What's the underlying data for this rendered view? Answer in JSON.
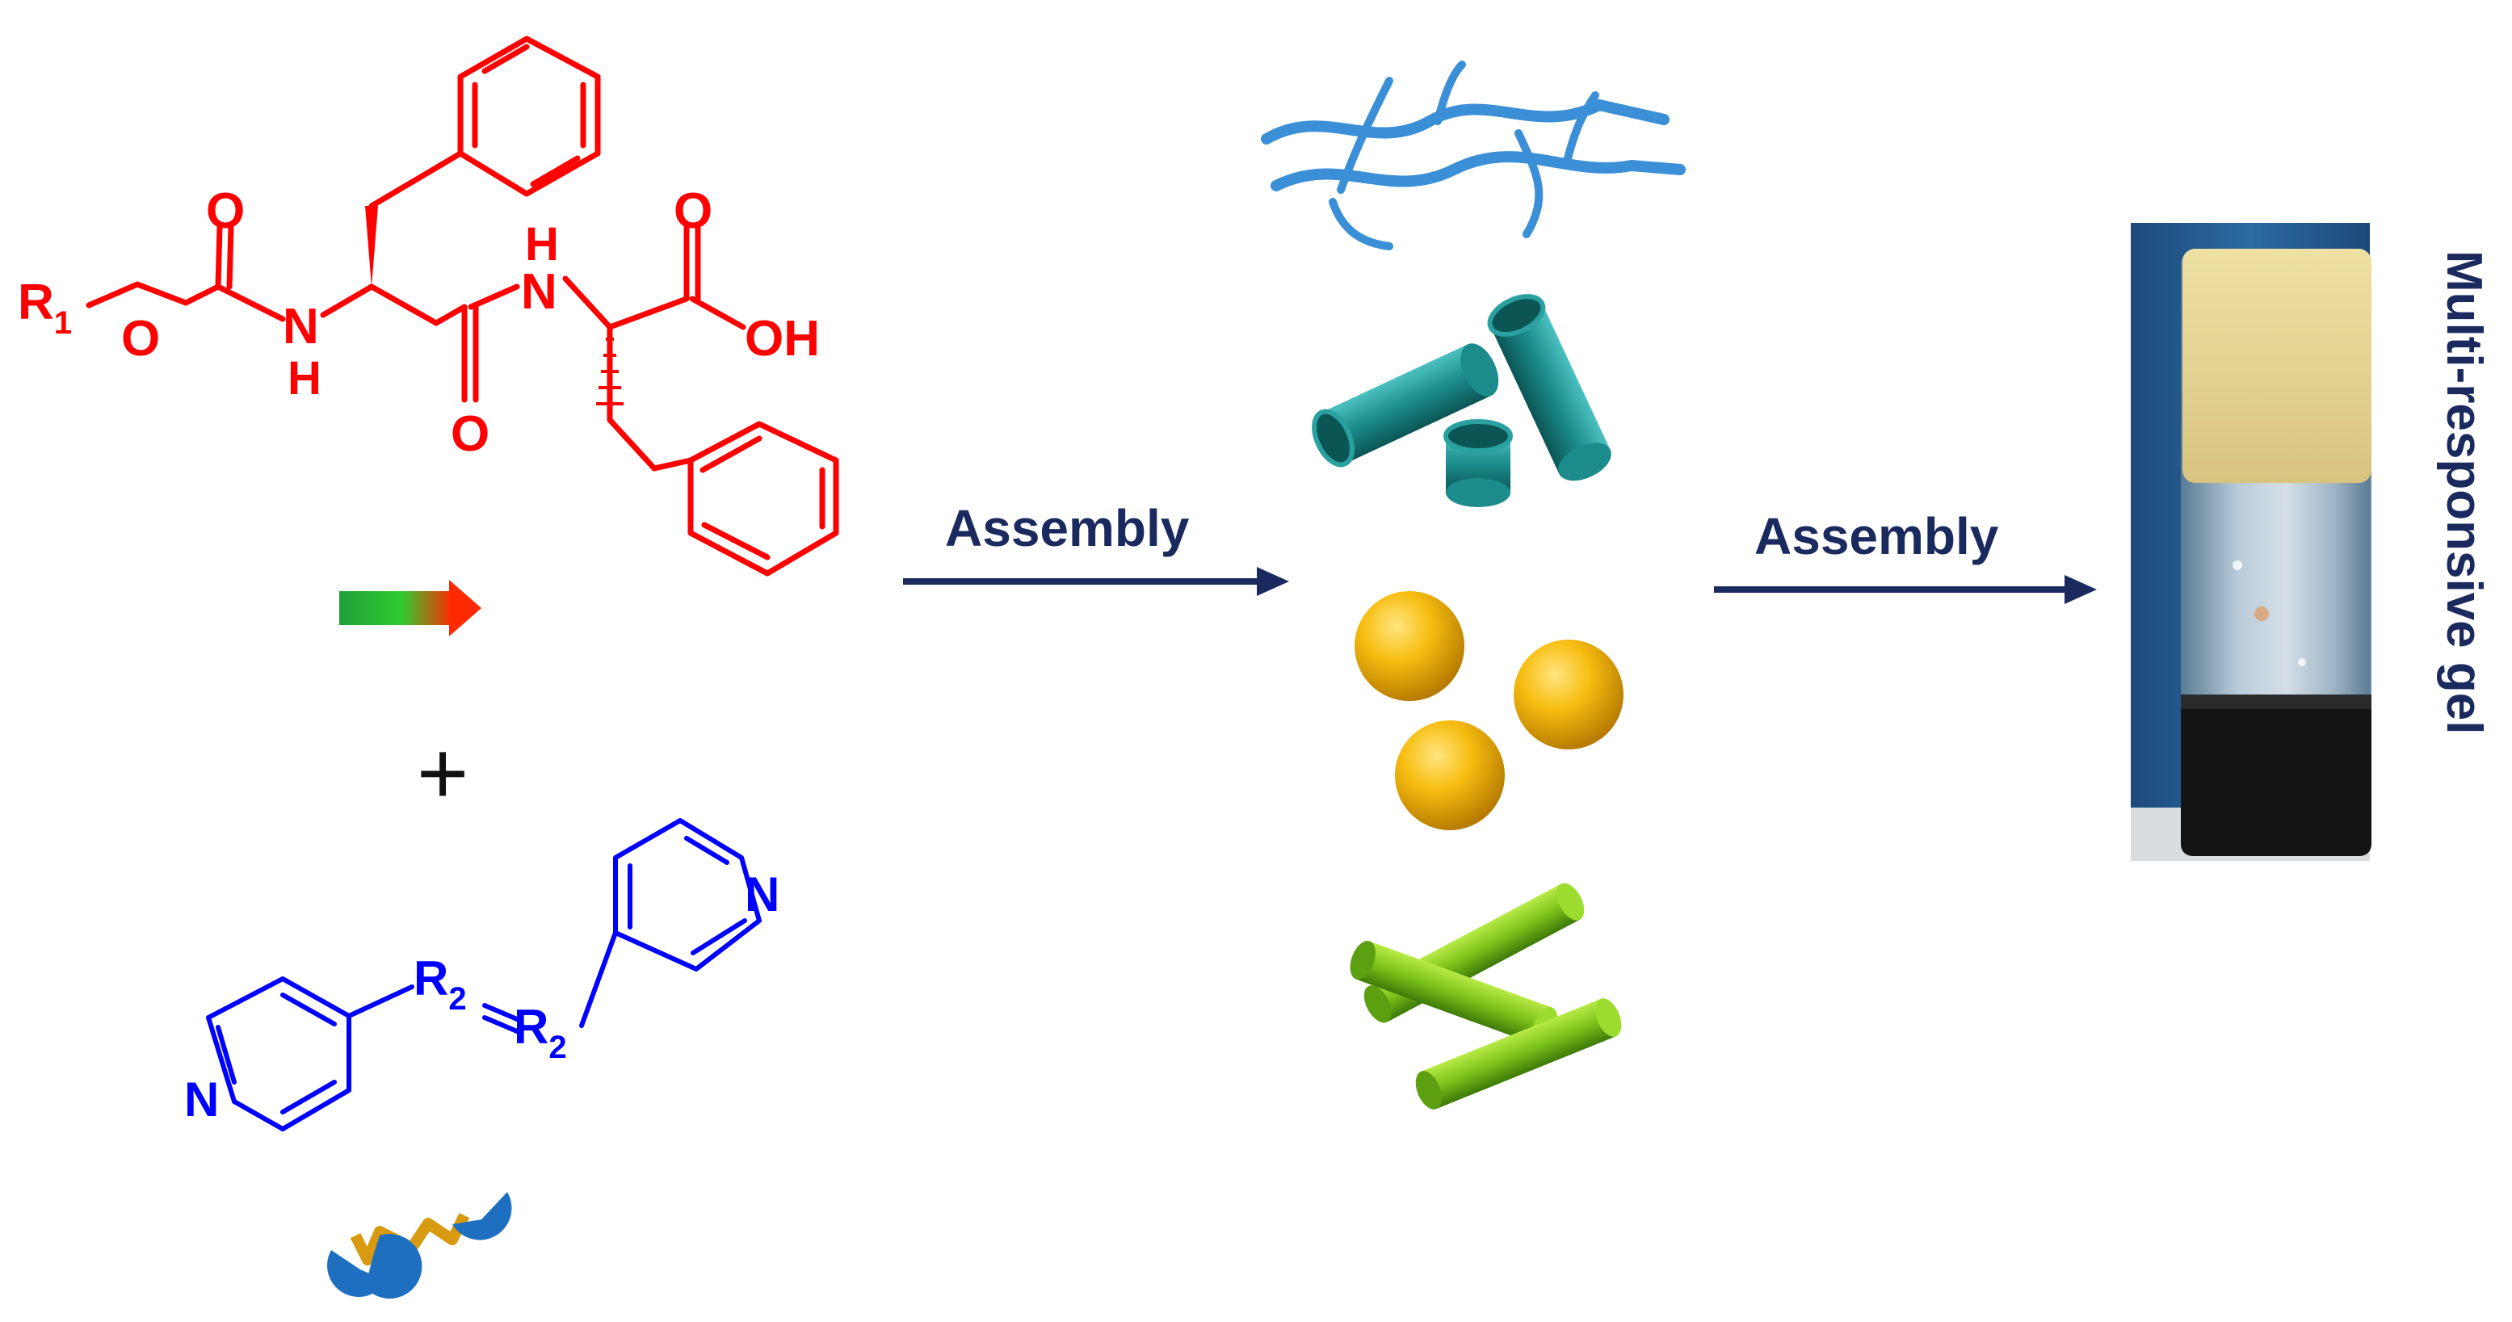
{
  "dipeptide": {
    "r1": "R",
    "r1_sub": "1",
    "o_ester": "O",
    "o_carbonyl1": "O",
    "nh1_n": "N",
    "nh1_h": "H",
    "o_carbonyl2": "O",
    "nh2_h": "H",
    "nh2_n": "N",
    "o_acid": "O",
    "oh": "OH",
    "color": "#ff0000"
  },
  "plus_sign": "+",
  "bipyridine": {
    "n_left": "N",
    "n_right": "N",
    "r2_a": "R",
    "r2_a_sub": "2",
    "r2_b": "R",
    "r2_b_sub": "2",
    "color": "#0000ff"
  },
  "arrows": [
    {
      "label": "Assembly"
    },
    {
      "label": "Assembly"
    }
  ],
  "gel_label": "Multi-responsive gel",
  "colors": {
    "arrow": "#1b2a5e",
    "fibers": "#3a8fd6",
    "tubes": "#1e8a8a",
    "spheres": "#f0b000",
    "rods": "#7cc21a",
    "linker_caps": "#1f6fc0",
    "linker_chain": "#d79a10"
  }
}
